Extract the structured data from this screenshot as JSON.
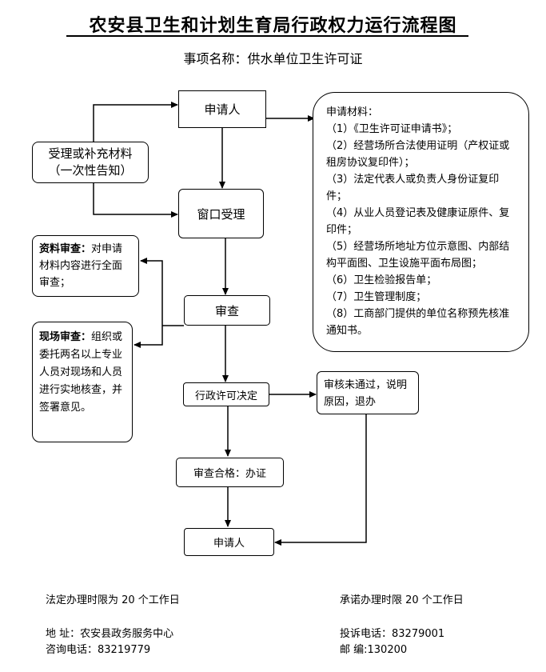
{
  "header": {
    "title": "农安县卫生和计划生育局行政权力运行流程图",
    "subtitle": "事项名称：供水单位卫生许可证"
  },
  "nodes": {
    "applicant_top": "申请人",
    "supplement": "受理或补充材料\n（一次性告知）",
    "window": "窗口受理",
    "review": "审查",
    "decision": "行政许可决定",
    "rejected": "审核未通过，说明原因，退办",
    "approved": "审查合格：办证",
    "applicant_bottom": "申请人"
  },
  "materials": {
    "heading": "申请材料：",
    "items": [
      "（1）《卫生许可证申请书》；",
      "（2）经营场所合法使用证明（产权证或租房协议复印件）；",
      "（3）法定代表人或负责人身份证复印件；",
      "（4）从业人员登记表及健康证原件、复印件；",
      "（5）经营场所地址方位示意图、内部结构平面图、卫生设施平面布局图；",
      "（6）卫生检验报告单；",
      "（7）卫生管理制度；",
      "（8）工商部门提供的单位名称预先核准通知书。"
    ]
  },
  "doc_review": {
    "label": "资料审查：",
    "text": "对申请材料内容进行全面审查；"
  },
  "site_review": {
    "label": "现场审查：",
    "text": "组织或委托两名以上专业人员对现场和人员进行实地核查，并签署意见。"
  },
  "footer": {
    "legal_limit": "法定办理时限为 20 个工作日",
    "promise_limit": "承诺办理时限 20 个工作日",
    "address": "地 址：农安县政务服务中心",
    "consult_phone": "咨询电话：83219779",
    "complaint_phone": "投诉电话：83279001",
    "postcode": "邮 编:130200"
  }
}
